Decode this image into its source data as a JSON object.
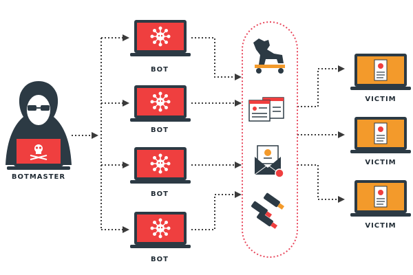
{
  "labels": {
    "botmaster": "BOTMASTER",
    "bots": [
      "BOT",
      "BOT",
      "BOT",
      "BOT"
    ],
    "victims": [
      "VICTIM",
      "VICTIM",
      "VICTIM"
    ]
  },
  "colors": {
    "dark": "#2c3a44",
    "red": "#ef3f3f",
    "orange": "#f39a2b",
    "dotted_line": "#3a3a3a",
    "capsule": "#e8455a"
  },
  "icons": [
    "hacker-icon",
    "bot-laptop-icon",
    "trojan-horse-icon",
    "ransom-document-icon",
    "malicious-email-icon",
    "usb-virus-icon",
    "victim-laptop-icon"
  ]
}
